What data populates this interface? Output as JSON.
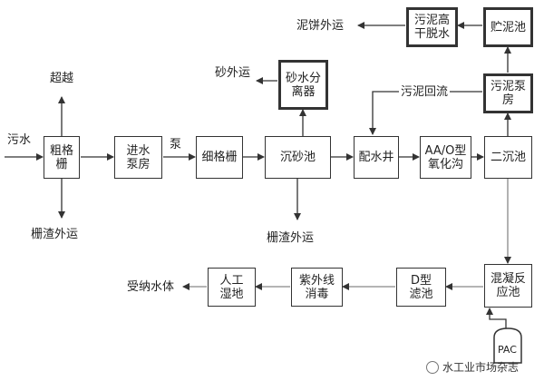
{
  "nodes": {
    "coarse_screen": "粗格栅",
    "lift_pump": "进水\n泵房",
    "fine_screen": "细格栅",
    "grit_chamber": "沉砂池",
    "distribution_well": "配水井",
    "ao_ditch": "AA/O型\n氧化沟",
    "secondary_clarifier": "二沉池",
    "sludge_pump": "污泥泵房",
    "sludge_tank": "贮泥池",
    "dewatering": "污泥高\n干脱水",
    "sand_separator": "砂水分\n离器",
    "coagulation": "混凝反\n应池",
    "d_filter": "D型\n滤池",
    "uv": "紫外线\n消毒",
    "wetland": "人工\n湿地",
    "pac": "PAC"
  },
  "labels": {
    "sewage": "污水",
    "overflow": "超越",
    "screenings_out_1": "栅渣外运",
    "screenings_out_2": "栅渣外运",
    "pump": "泵",
    "sand_out": "砂外运",
    "sludge_return": "污泥回流",
    "sludge_cake_out": "泥饼外运",
    "receiving_water": "受纳水体"
  },
  "watermark": "水工业市场杂志"
}
